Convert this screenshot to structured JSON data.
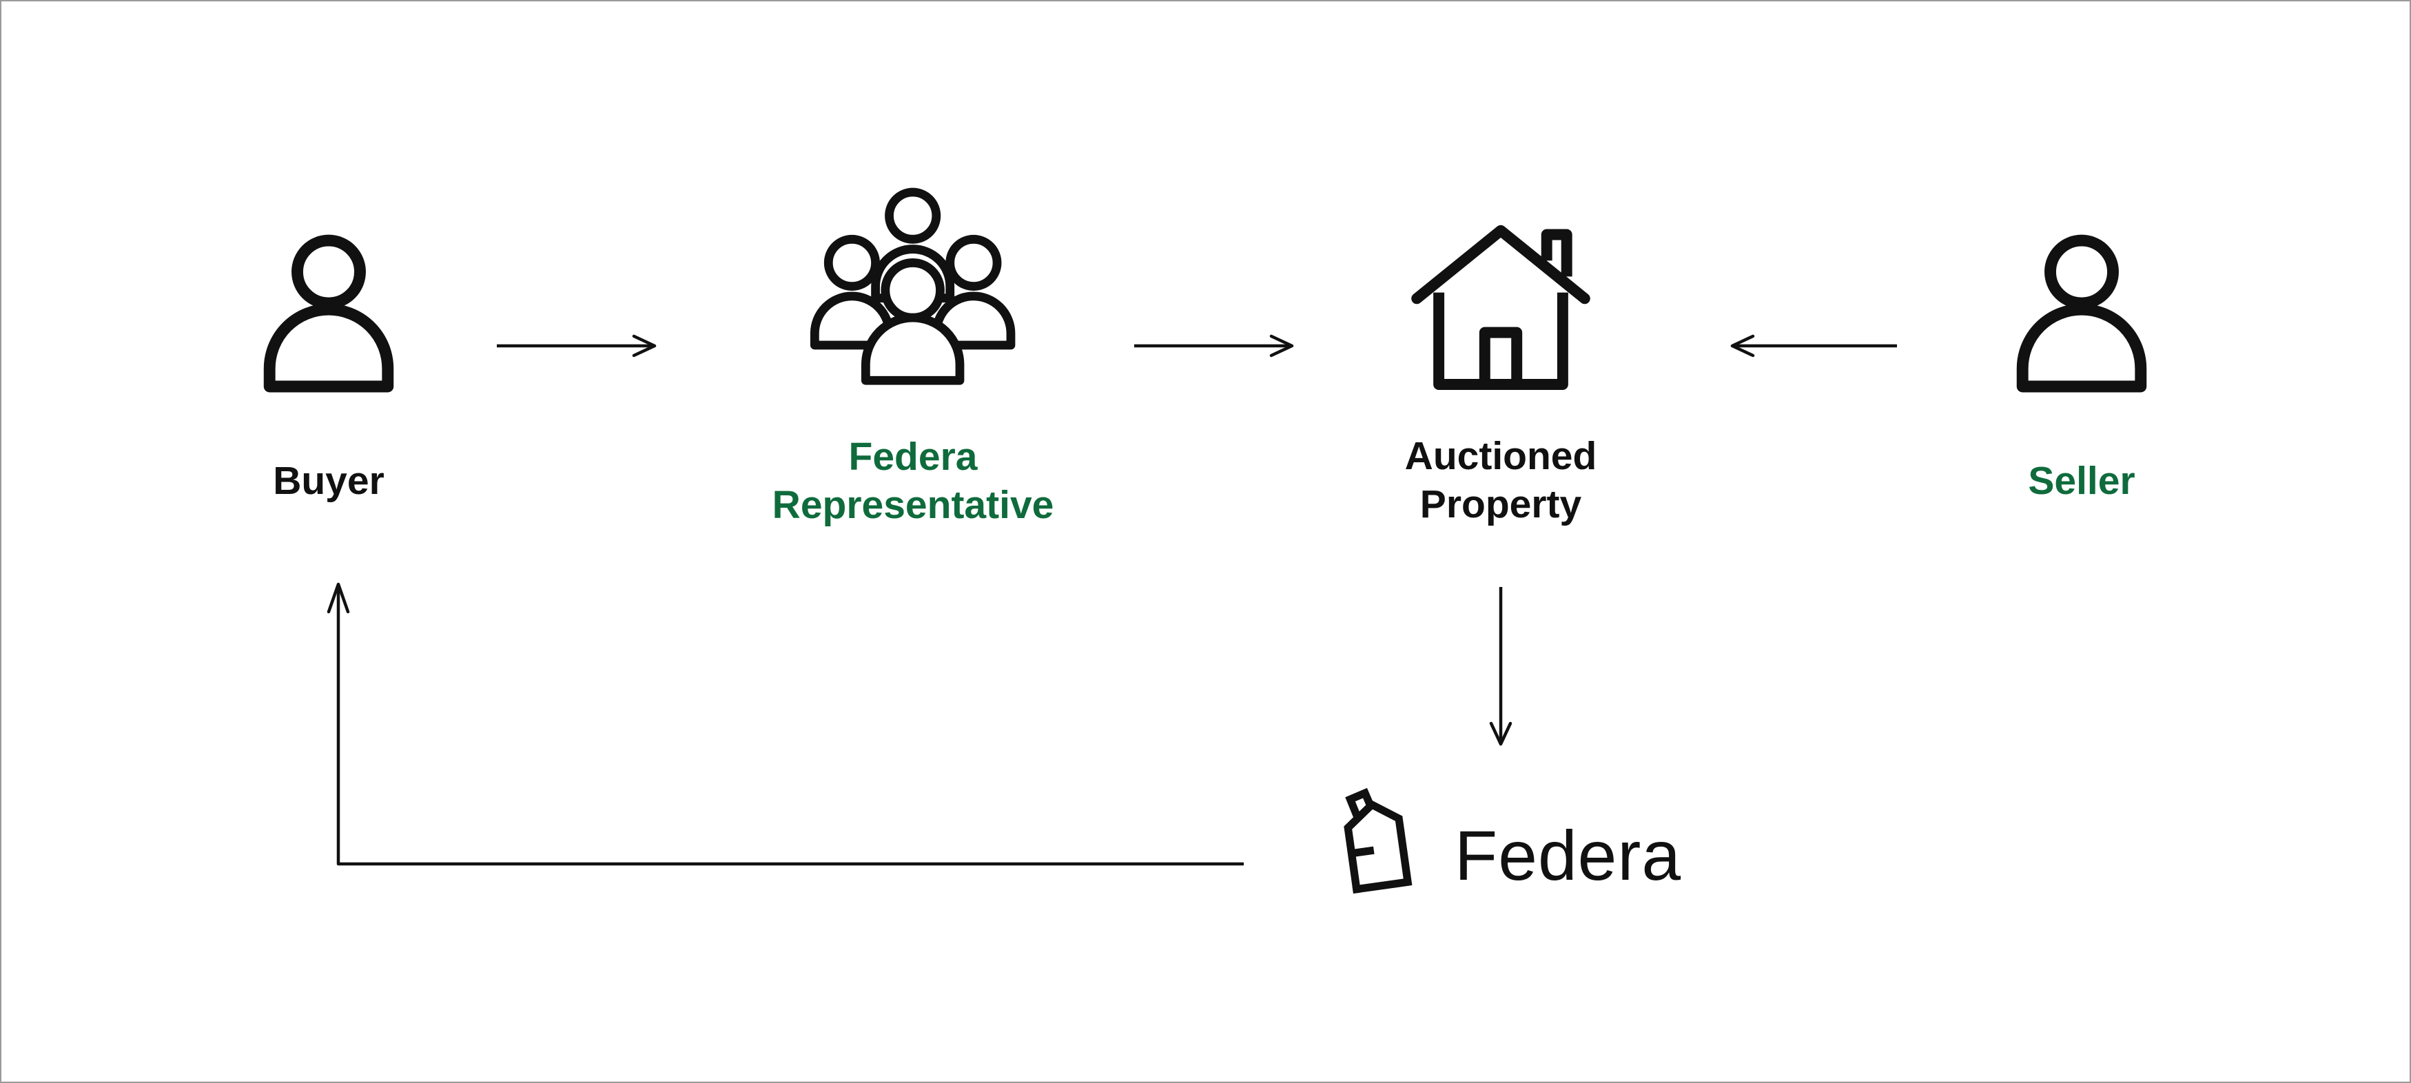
{
  "colors": {
    "ink": "#111111",
    "accent_green": "#0F6B3C",
    "background": "#FFFFFF",
    "border": "#9A9A9A"
  },
  "nodes": {
    "buyer": {
      "label": "Buyer",
      "icon": "person-icon"
    },
    "federa_representative": {
      "label_line1": "Federa",
      "label_line2": "Representative",
      "icon": "people-group-icon"
    },
    "auctioned_property": {
      "label_line1": "Auctioned",
      "label_line2": "Property",
      "icon": "house-icon"
    },
    "seller": {
      "label": "Seller",
      "icon": "person-icon"
    },
    "federa": {
      "wordmark": "Federa",
      "icon": "federa-house-logo-icon"
    }
  },
  "arrows": [
    {
      "from": "buyer",
      "to": "federa_representative",
      "direction": "right"
    },
    {
      "from": "federa_representative",
      "to": "auctioned_property",
      "direction": "right"
    },
    {
      "from": "seller",
      "to": "auctioned_property",
      "direction": "left"
    },
    {
      "from": "auctioned_property",
      "to": "federa",
      "direction": "down"
    },
    {
      "from": "federa",
      "to": "buyer",
      "direction": "left-then-up"
    }
  ]
}
